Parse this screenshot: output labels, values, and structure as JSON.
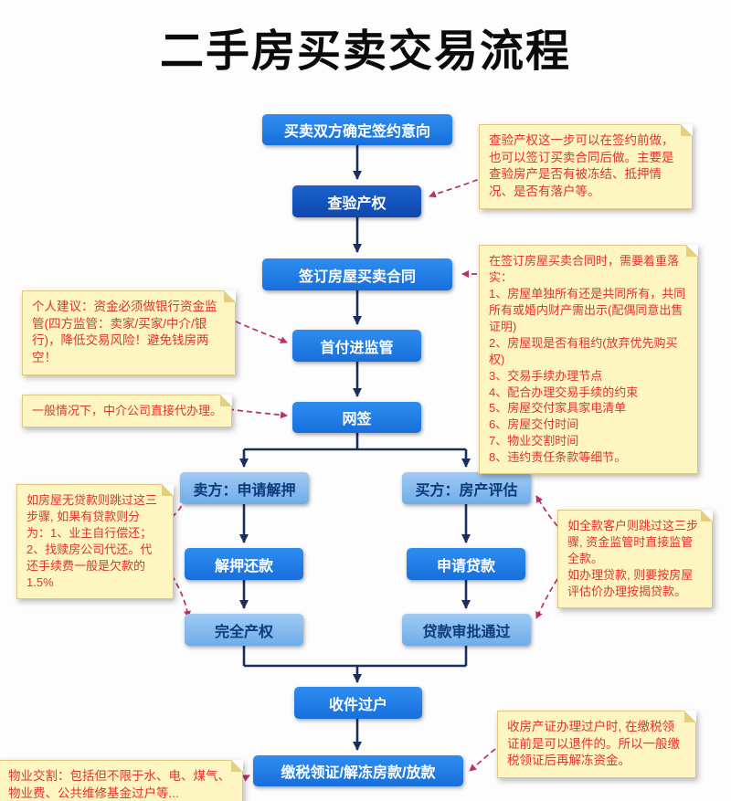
{
  "title": "二手房买卖交易流程",
  "colors": {
    "box_blue": "#1f7fe8",
    "box_dark_blue": "#0f47ad",
    "box_light_blue": "#8fc0f2",
    "arrow_navy": "#1b2f5e",
    "note_background": "#fdf5c2",
    "note_text_red": "#e0352b",
    "dashed_magenta": "#c02b6d"
  },
  "steps": {
    "intent": "买卖双方确定签约意向",
    "verify": "查验产权",
    "contract": "签订房屋买卖合同",
    "deposit": "首付进监管",
    "netsign": "网签",
    "seller_release": "卖方：申请解押",
    "seller_repay": "解押还款",
    "seller_full": "完全产权",
    "buyer_eval": "买方：房产评估",
    "buyer_loan": "申请贷款",
    "buyer_approved": "贷款审批通过",
    "transfer": "收件过户",
    "tax": "缴税领证/解冻房款/放款"
  },
  "notes": {
    "verify": "查验产权这一步可以在签约前做，也可以签订买卖合同后做。主要是查验房产是否有被冻结、抵押情况、是否有落户等。",
    "contract": "在签订房屋买卖合同时，需要着重落实：\n1、房屋单独所有还是共同所有，共同所有或婚内财产需出示(配偶同意出售证明)\n2、房屋现是否有租约(放弃优先购买权)\n3、交易手续办理节点\n4、配合办理交易手续的约束\n5、房屋交付家具家电清单\n6、房屋交付时间\n7、物业交割时间\n8、违约责任条款等细节。",
    "deposit": "个人建议：资金必须做银行资金监管(四方监管：卖家/买家/中介/银行)，降低交易风险！避免钱房两空！",
    "netsign": "一般情况下，中介公司直接代办理。",
    "seller": "如房屋无贷款则跳过这三步骤, 如果有贷款则分为：1、业主自行偿还；2、找赎房公司代还。代还手续费一般是欠款的1.5%",
    "buyer": "如全款客户则跳过这三步骤, 资金监管时直接监管全款。\n如办理贷款, 则要按房屋评估价办理按揭贷款。",
    "tax": "收房产证办理过户时, 在缴税领证前是可以退件的。所以一般缴税领证后再解冻资金。",
    "handover": "物业交割：包括但不限于水、电、煤气、物业费、公共维修基金过户等..."
  }
}
